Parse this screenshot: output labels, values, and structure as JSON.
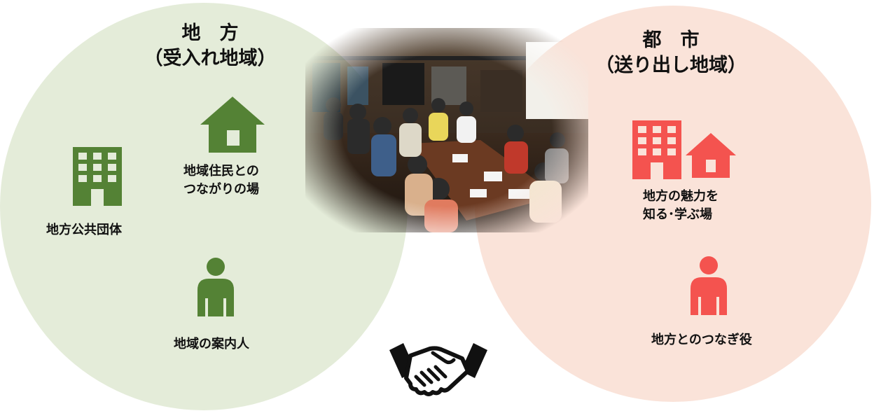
{
  "left_region": {
    "title_line1": "地　方",
    "title_line2": "（受入れ地域）",
    "items": {
      "local_gov": "地方公共団体",
      "residents_line1": "地域住民との",
      "residents_line2": "つながりの場",
      "guide": "地域の案内人"
    },
    "color": "#548235",
    "bg_color": "#e4ecd9"
  },
  "right_region": {
    "title_line1": "都　市",
    "title_line2": "（送り出し地域）",
    "items": {
      "learn_line1": "地方の魅力を",
      "learn_line2": "知る･学ぶ場",
      "connector": "地方とのつなぎ役"
    },
    "color": "#f4534f",
    "bg_color": "#fae3d9"
  },
  "icons": {
    "left_building": "building-icon",
    "left_house": "house-icon",
    "left_person": "person-icon",
    "right_building": "building-icon",
    "right_house": "house-icon",
    "right_person": "person-icon",
    "center": "handshake-icon"
  },
  "photo": "meeting-photo"
}
